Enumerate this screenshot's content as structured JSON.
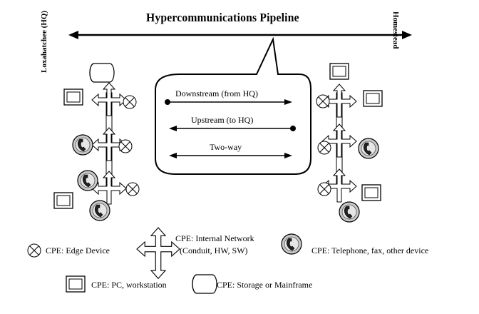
{
  "title": "Hypercommunications Pipeline",
  "left_site": "Loxahatchee (HQ)",
  "right_site": "Homestead",
  "flows": {
    "downstream": "Downstream (from HQ)",
    "upstream": "Upstream (to HQ)",
    "two_way": "Two-way"
  },
  "legend": {
    "edge_device": "CPE: Edge Device",
    "internal_network_line1": "CPE: Internal Network",
    "internal_network_line2": "(Conduit, HW, SW)",
    "telephone": "CPE: Telephone, fax, other device",
    "pc": "CPE: PC, workstation",
    "storage": "CPE: Storage or Mainframe"
  }
}
